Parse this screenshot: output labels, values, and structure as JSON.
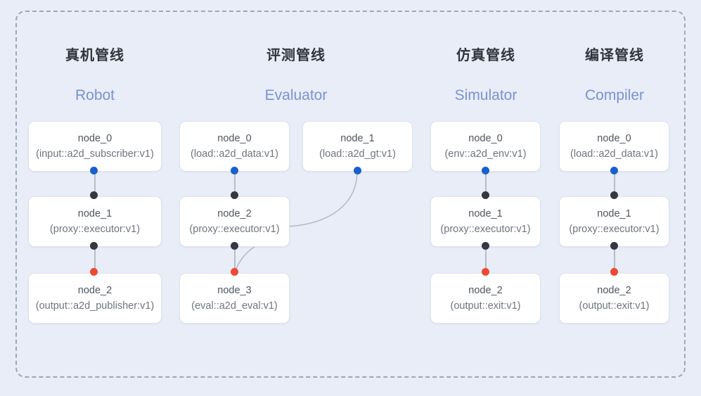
{
  "diagram": {
    "frame": {
      "style": "dashed-rounded-container"
    },
    "columns": [
      {
        "id": "robot",
        "title_cn": "真机管线",
        "title_en": "Robot",
        "nodes": [
          {
            "name": "node_0",
            "sub": "(input::a2d_subscriber:v1)",
            "row": 0,
            "out_dot": "blue"
          },
          {
            "name": "node_1",
            "sub": "(proxy::executor:v1)",
            "row": 1,
            "in_dot": "black",
            "out_dot": "black"
          },
          {
            "name": "node_2",
            "sub": "(output::a2d_publisher:v1)",
            "row": 2,
            "in_dot": "red"
          }
        ]
      },
      {
        "id": "evaluator",
        "title_cn": "评测管线",
        "title_en": "Evaluator",
        "nodes": [
          {
            "name": "node_0",
            "sub": "(load::a2d_data:v1)",
            "row": 0,
            "out_dot": "blue"
          },
          {
            "name": "node_1",
            "sub": "(load::a2d_gt:v1)",
            "row": 0,
            "out_dot": "blue"
          },
          {
            "name": "node_2",
            "sub": "(proxy::executor:v1)",
            "row": 1,
            "in_dot": "black",
            "out_dot": "black"
          },
          {
            "name": "node_3",
            "sub": "(eval::a2d_eval:v1)",
            "row": 2,
            "in_dot": "red"
          }
        ]
      },
      {
        "id": "simulator",
        "title_cn": "仿真管线",
        "title_en": "Simulator",
        "nodes": [
          {
            "name": "node_0",
            "sub": "(env::a2d_env:v1)",
            "row": 0,
            "out_dot": "blue"
          },
          {
            "name": "node_1",
            "sub": "(proxy::executor:v1)",
            "row": 1,
            "in_dot": "black",
            "out_dot": "black"
          },
          {
            "name": "node_2",
            "sub": "(output::exit:v1)",
            "row": 2,
            "in_dot": "red"
          }
        ]
      },
      {
        "id": "compiler",
        "title_cn": "编译管线",
        "title_en": "Compiler",
        "nodes": [
          {
            "name": "node_0",
            "sub": "(load::a2d_data:v1)",
            "row": 0,
            "out_dot": "blue"
          },
          {
            "name": "node_1",
            "sub": "(proxy::executor:v1)",
            "row": 1,
            "in_dot": "black",
            "out_dot": "black"
          },
          {
            "name": "node_2",
            "sub": "(output::exit:v1)",
            "row": 2,
            "in_dot": "red"
          }
        ]
      }
    ],
    "colors": {
      "background": "#e8edf7",
      "frame_border": "#9ea6b8",
      "node_bg": "#ffffff",
      "node_border": "#dfe3ec",
      "title_cn": "#30343c",
      "title_en": "#7a92d4",
      "dot_blue": "#1a5fd0",
      "dot_black": "#34383f",
      "dot_red": "#ec4a32",
      "edge_line": "#b7bcc7"
    }
  }
}
